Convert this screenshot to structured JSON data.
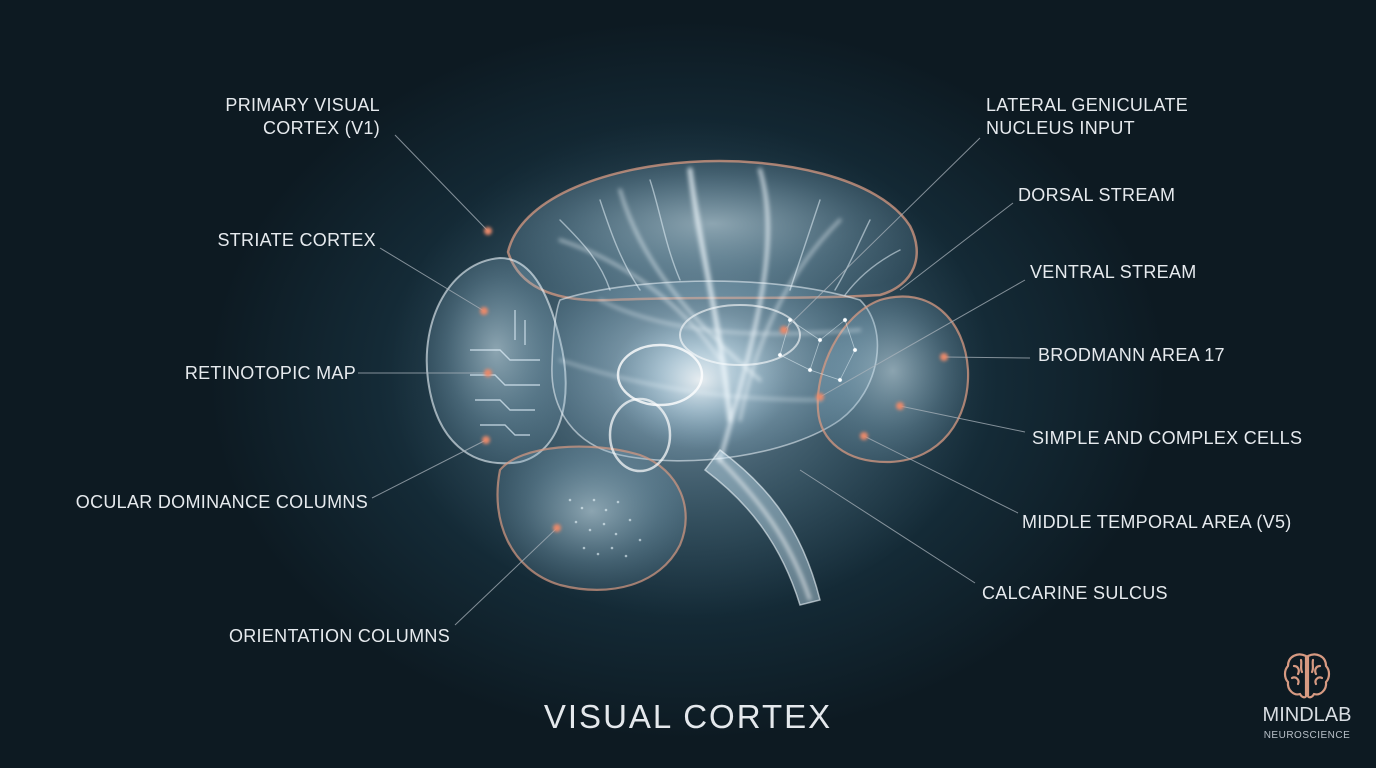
{
  "title": "VISUAL CORTEX",
  "colors": {
    "background": "#0d1a22",
    "glow": "#3c5a6e",
    "brain_fill": "#c8e4f4",
    "outline_accent": "#d79a82",
    "marker": "#e8896a",
    "leader": "#a9b3bb",
    "text": "#e6eaee"
  },
  "labels_left": [
    {
      "lines": [
        "PRIMARY VISUAL",
        "CORTEX (V1)"
      ]
    },
    {
      "lines": [
        "STRIATE CORTEX"
      ]
    },
    {
      "lines": [
        "RETINOTOPIC MAP"
      ]
    },
    {
      "lines": [
        "OCULAR DOMINANCE COLUMNS"
      ]
    },
    {
      "lines": [
        "ORIENTATION COLUMNS"
      ]
    }
  ],
  "labels_right": [
    {
      "lines": [
        "LATERAL GENICULATE",
        "NUCLEUS INPUT"
      ]
    },
    {
      "lines": [
        "DORSAL STREAM"
      ]
    },
    {
      "lines": [
        "VENTRAL STREAM"
      ]
    },
    {
      "lines": [
        "BRODMANN AREA 17"
      ]
    },
    {
      "lines": [
        "SIMPLE AND COMPLEX CELLS"
      ]
    },
    {
      "lines": [
        "MIDDLE TEMPORAL AREA (V5)"
      ]
    },
    {
      "lines": [
        "CALCARINE SULCUS"
      ]
    }
  ],
  "brand": {
    "name": "MINDLAB",
    "subtitle": "NEUROSCIENCE",
    "icon": "brain-icon"
  }
}
